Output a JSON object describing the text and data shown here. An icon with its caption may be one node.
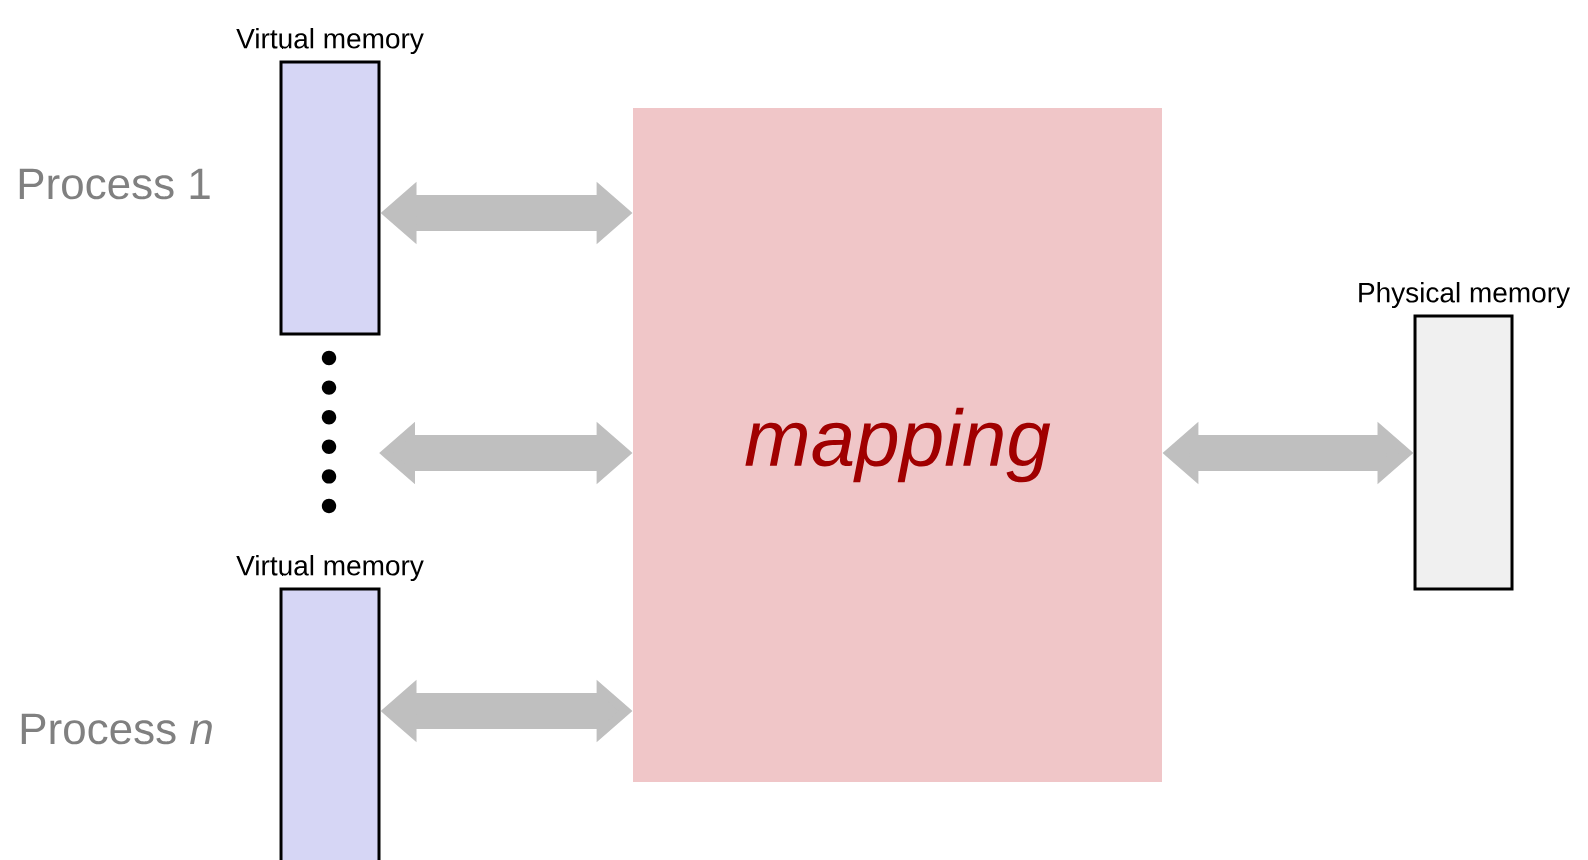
{
  "diagram": {
    "nodes": [
      {
        "text": [
          "Virtual memory"
        ]
      },
      {
        "text": [
          "Virtual memory"
        ]
      },
      {
        "text": [
          "mapping"
        ]
      },
      {
        "text": [
          "Physical memory"
        ]
      }
    ],
    "edges": [
      {
        "from": 0,
        "to": 2,
        "arrow": "both"
      },
      {
        "from": null,
        "to": 2,
        "arrow": "both"
      },
      {
        "from": 1,
        "to": 2,
        "arrow": "both"
      },
      {
        "from": 2,
        "to": 3,
        "arrow": "both"
      }
    ],
    "labels": [
      "Process 1",
      "Process *n*"
    ]
  }
}
